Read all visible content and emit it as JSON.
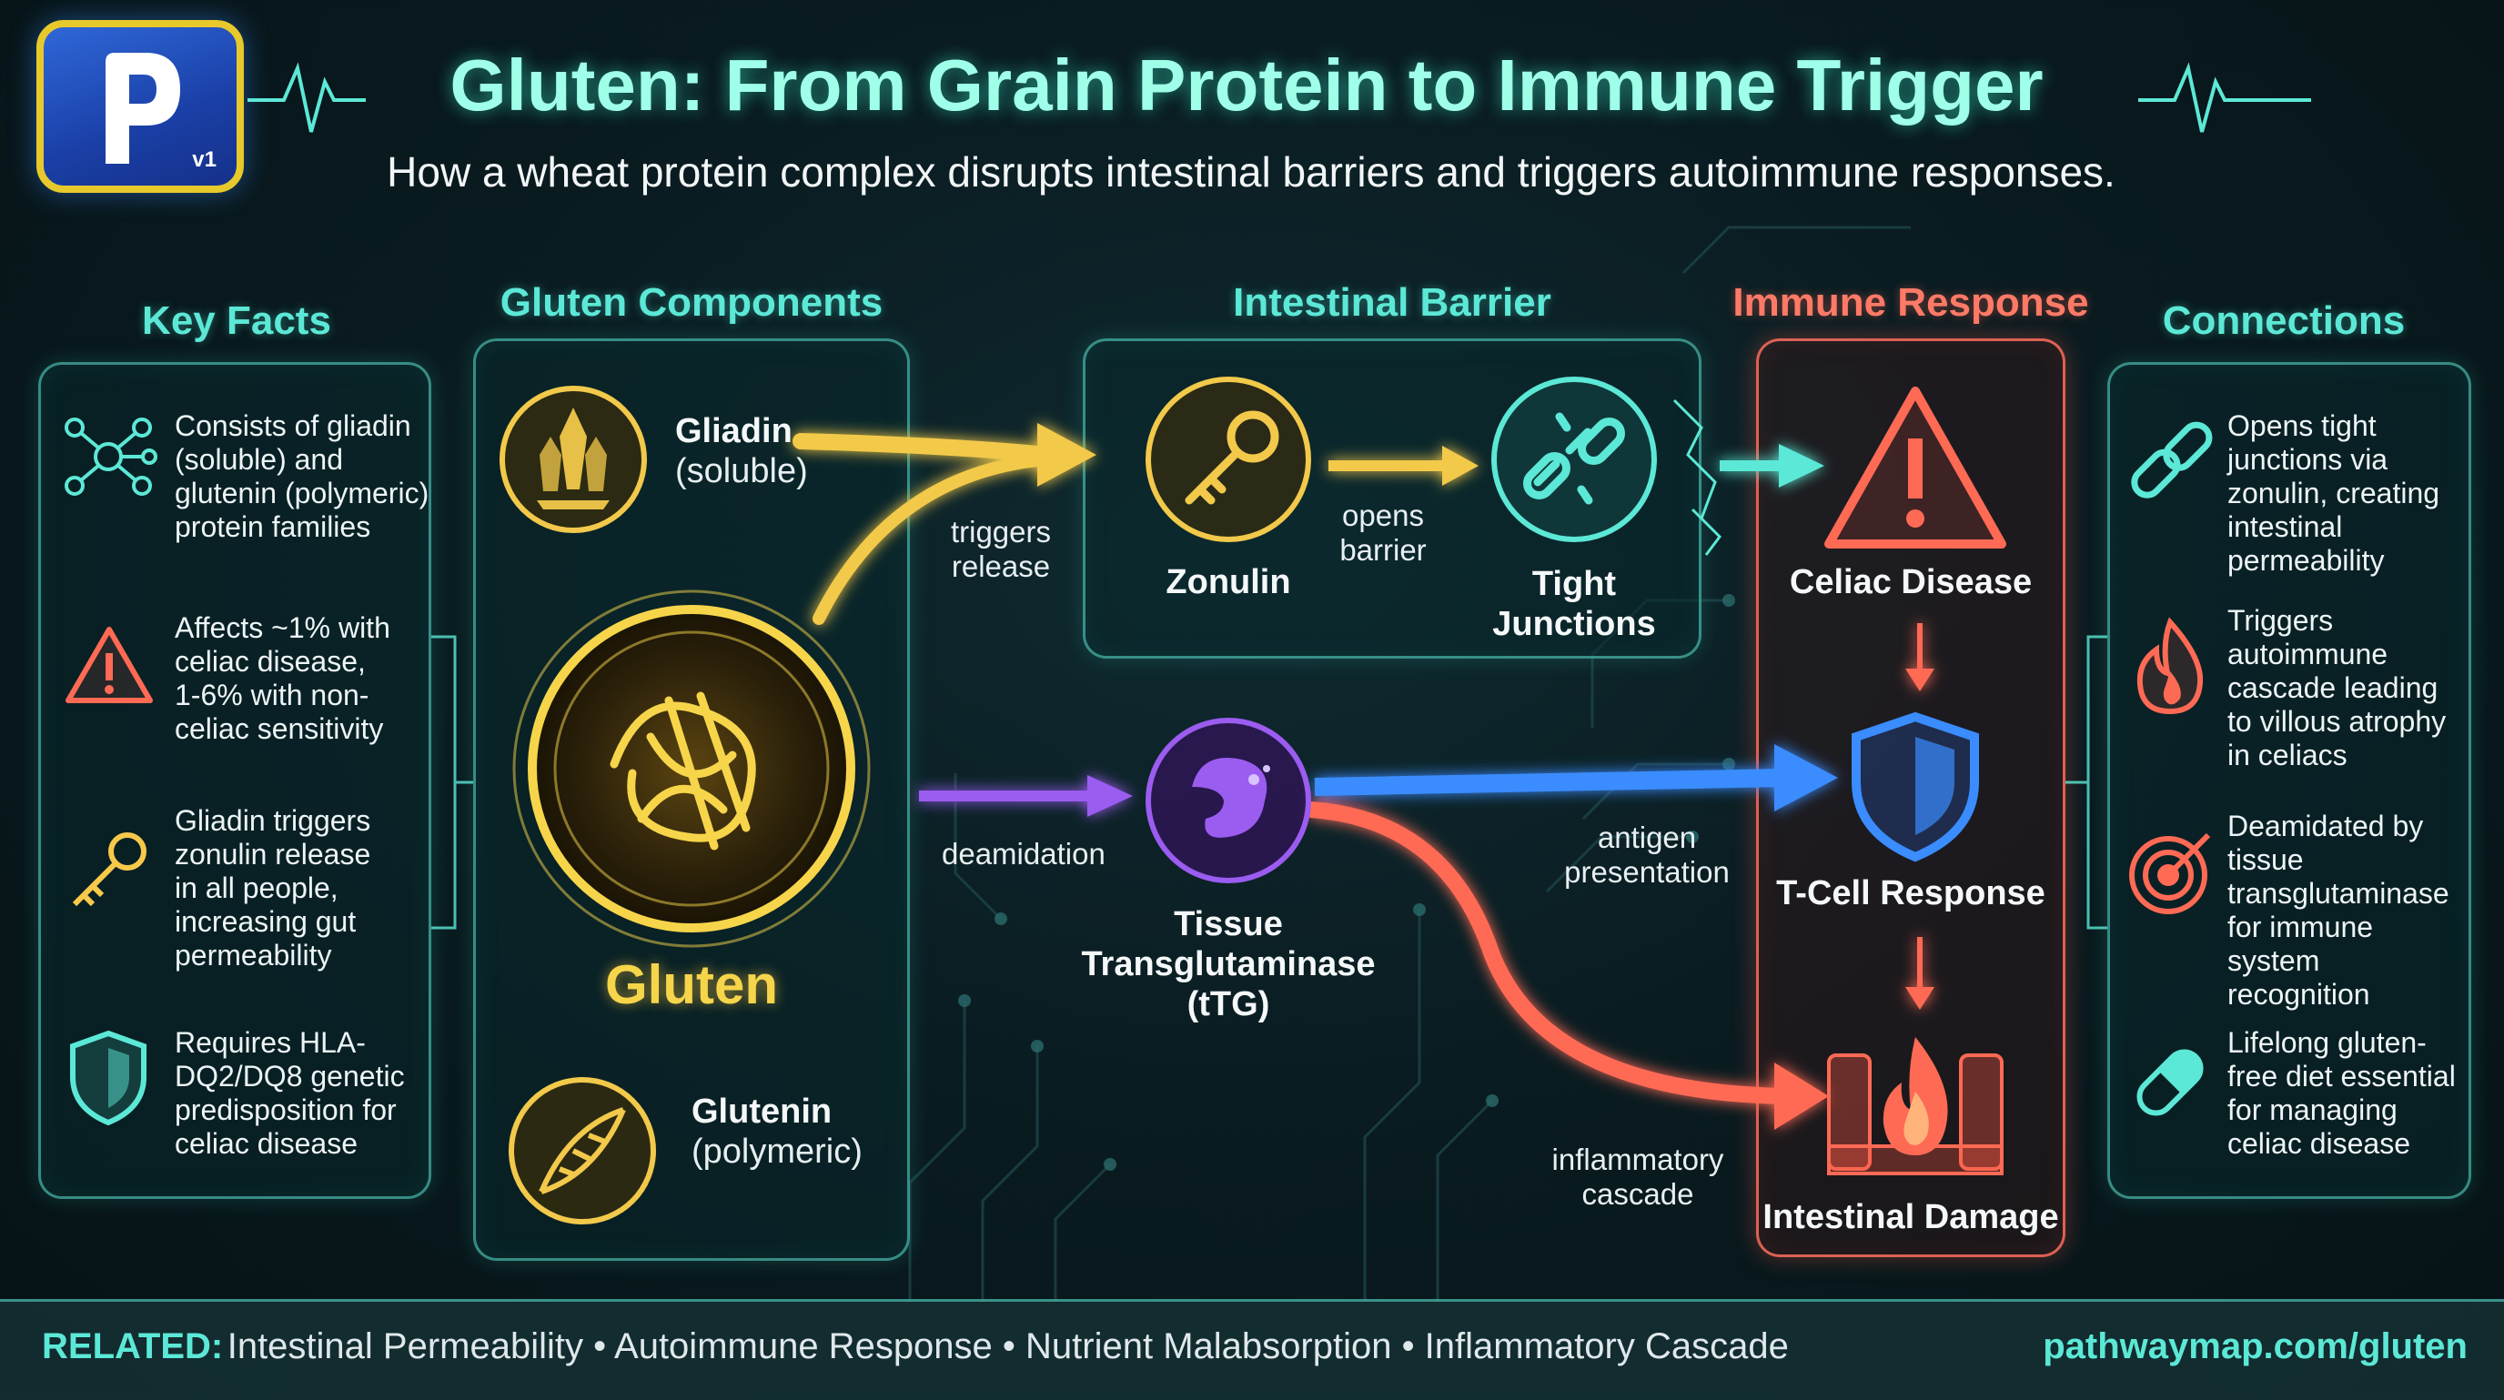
{
  "logo": {
    "version": "v1"
  },
  "header": {
    "title": "Gluten: From Grain Protein to Immune Trigger",
    "subtitle": "How a wheat protein complex disrupts intestinal barriers and triggers autoimmune responses."
  },
  "columns": {
    "key_facts": "Key Facts",
    "components": "Gluten Components",
    "barrier": "Intestinal Barrier",
    "immune": "Immune Response",
    "connections": "Connections"
  },
  "key_facts": [
    {
      "icon": "network-icon",
      "lines": [
        "Consists of gliadin",
        "(soluble) and",
        "glutenin (polymeric)",
        "protein families"
      ]
    },
    {
      "icon": "warning-icon",
      "lines": [
        "Affects ~1% with",
        "celiac disease,",
        "1-6% with non-",
        "celiac sensitivity"
      ]
    },
    {
      "icon": "key-icon",
      "lines": [
        "Gliadin triggers",
        "zonulin release",
        "in all people,",
        "increasing gut",
        "permeability"
      ]
    },
    {
      "icon": "shield-icon",
      "lines": [
        "Requires HLA-",
        "DQ2/DQ8 genetic",
        "predisposition for",
        "celiac disease"
      ]
    }
  ],
  "nodes": {
    "gliadin": {
      "name": "Gliadin",
      "sub": "(soluble)"
    },
    "gluten": "Gluten",
    "glutenin": {
      "name": "Glutenin",
      "sub": "(polymeric)"
    },
    "zonulin": "Zonulin",
    "tight_junctions": [
      "Tight",
      "Junctions"
    ],
    "ttg": [
      "Tissue",
      "Transglutaminase",
      "(tTG)"
    ],
    "celiac": "Celiac Disease",
    "tcell": "T-Cell Response",
    "damage": "Intestinal Damage"
  },
  "edges": {
    "triggers_release": [
      "triggers",
      "release"
    ],
    "opens_barrier": [
      "opens",
      "barrier"
    ],
    "deamidation": "deamidation",
    "antigen_presentation": [
      "antigen",
      "presentation"
    ],
    "inflammatory_cascade": [
      "inflammatory",
      "cascade"
    ]
  },
  "connections": [
    {
      "icon": "chain-link-icon",
      "lines": [
        "Opens tight",
        "junctions via",
        "zonulin, creating",
        "intestinal",
        "permeability"
      ]
    },
    {
      "icon": "flame-icon",
      "lines": [
        "Triggers",
        "autoimmune",
        "cascade leading",
        "to villous atrophy",
        "in celiacs"
      ]
    },
    {
      "icon": "target-icon",
      "lines": [
        "Deamidated by",
        "tissue",
        "transglutaminase",
        "for immune system",
        "recognition"
      ]
    },
    {
      "icon": "pill-icon",
      "lines": [
        "Lifelong gluten-",
        "free diet essential",
        "for managing",
        "celiac disease"
      ]
    }
  ],
  "footer": {
    "related_label": "RELATED:",
    "related_items": "Intestinal Permeability • Autoimmune Response • Nutrient Malabsorption • Inflammatory Cascade",
    "url": "pathwaymap.com/gluten"
  },
  "colors": {
    "teal": "#5ce8d6",
    "gold": "#f7d54a",
    "purple": "#9b5cf0",
    "blue": "#3a8cff",
    "red": "#ff6a55"
  }
}
